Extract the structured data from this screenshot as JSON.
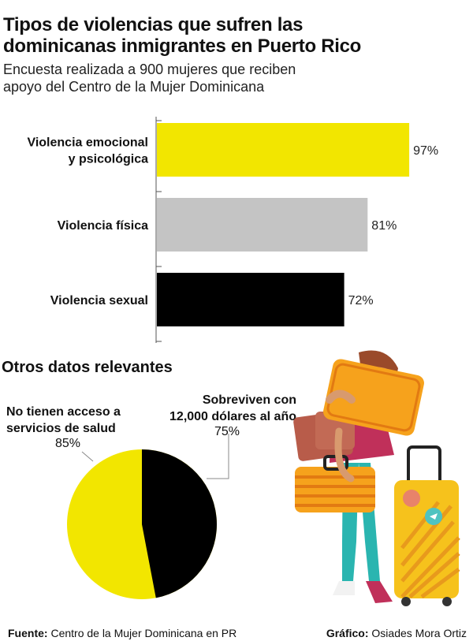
{
  "header": {
    "title_line1": "Tipos de violencias que sufren las",
    "title_line2": "dominicanas inmigrantes en Puerto Rico",
    "subtitle_line1": "Encuesta realizada a 900 mujeres que reciben",
    "subtitle_line2": "apoyo del Centro de la Mujer Dominicana"
  },
  "chart_data": [
    {
      "type": "bar",
      "orientation": "horizontal",
      "categories": [
        [
          "Violencia emocional",
          "y psicológica"
        ],
        [
          "Violencia física"
        ],
        [
          "Violencia sexual"
        ]
      ],
      "values": [
        97,
        81,
        72
      ],
      "value_labels": [
        "97%",
        "81%",
        "72%"
      ],
      "colors": [
        "#f2e600",
        "#c4c4c4",
        "#000000"
      ],
      "xlim": [
        0,
        100
      ],
      "title": "",
      "xlabel": "",
      "ylabel": ""
    },
    {
      "type": "pie",
      "labels": [
        "No tienen acceso a servicios de salud",
        "Sobreviven con 12,000 dólares al año"
      ],
      "values": [
        85,
        75
      ],
      "colors": [
        "#f2e600",
        "#000000"
      ]
    }
  ],
  "stats": {
    "section_title": "Otros datos relevantes",
    "health": {
      "label_line1": "No tienen acceso a",
      "label_line2": "servicios de salud",
      "value": "85%"
    },
    "income": {
      "label_line1": "Sobreviven con",
      "label_line2": "12,000 dólares al año",
      "value": "75%"
    }
  },
  "footer": {
    "source_label": "Fuente:",
    "source_text": "Centro de la Mujer Dominicana en PR",
    "credit_label": "Gráfico:",
    "credit_text": "Osiades Mora Ortiz"
  },
  "illustration": {
    "icon": "woman-with-luggage-icon"
  }
}
